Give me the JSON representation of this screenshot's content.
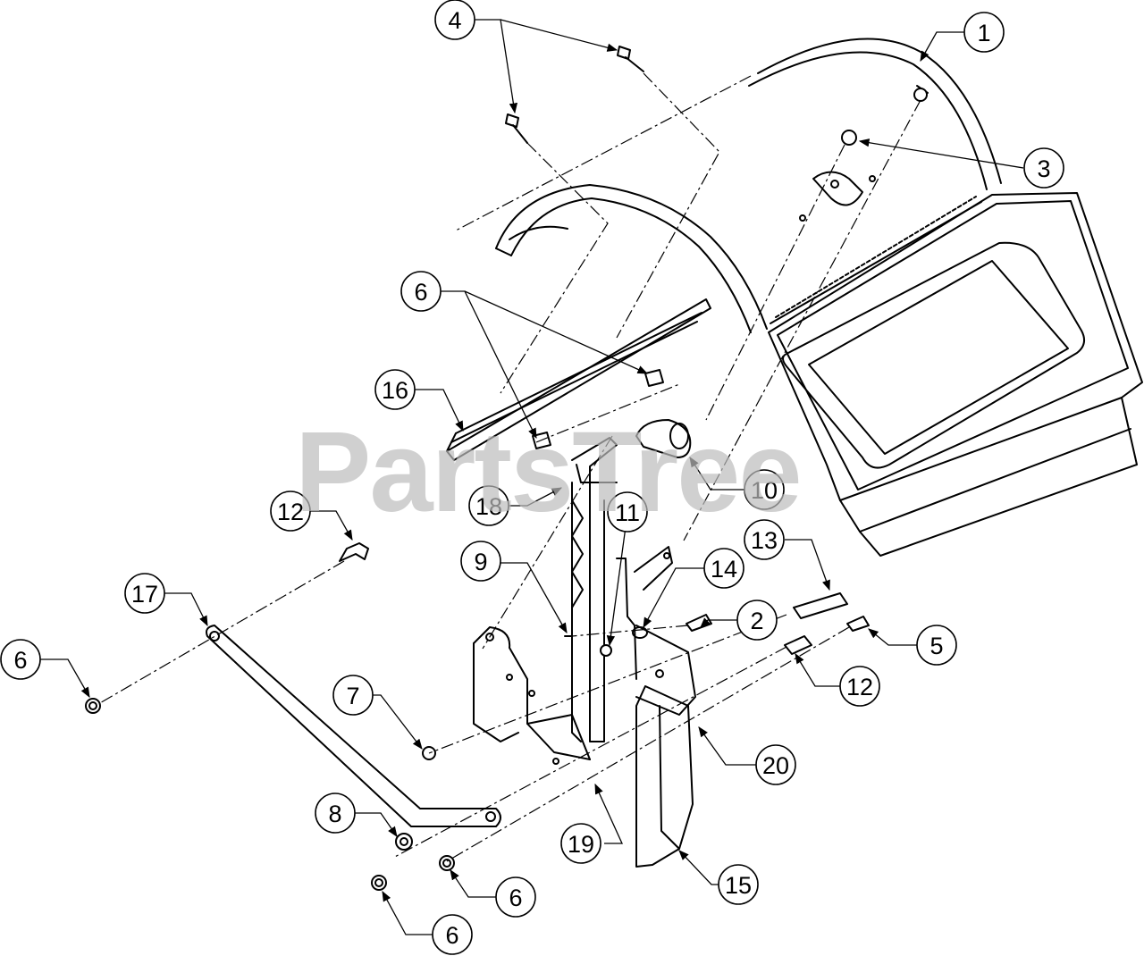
{
  "watermark": "PartsTree",
  "callouts": [
    {
      "id": "c1",
      "label": "1"
    },
    {
      "id": "c2",
      "label": "2"
    },
    {
      "id": "c3",
      "label": "3"
    },
    {
      "id": "c4",
      "label": "4"
    },
    {
      "id": "c5",
      "label": "5"
    },
    {
      "id": "c6a",
      "label": "6"
    },
    {
      "id": "c6b",
      "label": "6"
    },
    {
      "id": "c6c",
      "label": "6"
    },
    {
      "id": "c6d",
      "label": "6"
    },
    {
      "id": "c7",
      "label": "7"
    },
    {
      "id": "c8",
      "label": "8"
    },
    {
      "id": "c9",
      "label": "9"
    },
    {
      "id": "c10",
      "label": "10"
    },
    {
      "id": "c11",
      "label": "11"
    },
    {
      "id": "c12a",
      "label": "12"
    },
    {
      "id": "c12b",
      "label": "12"
    },
    {
      "id": "c13",
      "label": "13"
    },
    {
      "id": "c14",
      "label": "14"
    },
    {
      "id": "c15",
      "label": "15"
    },
    {
      "id": "c16",
      "label": "16"
    },
    {
      "id": "c17",
      "label": "17"
    },
    {
      "id": "c18",
      "label": "18"
    },
    {
      "id": "c19",
      "label": "19"
    },
    {
      "id": "c20",
      "label": "20"
    }
  ]
}
